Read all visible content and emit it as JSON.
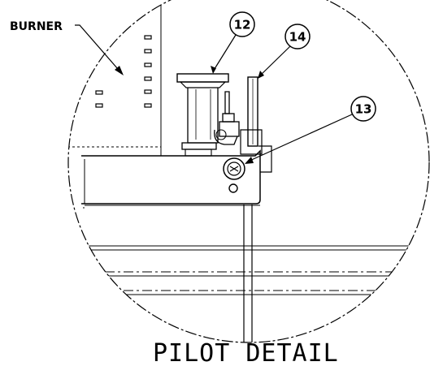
{
  "labels": {
    "burner": "BURNER",
    "title": "PILOT DETAIL"
  },
  "callouts": [
    "12",
    "14",
    "13"
  ]
}
